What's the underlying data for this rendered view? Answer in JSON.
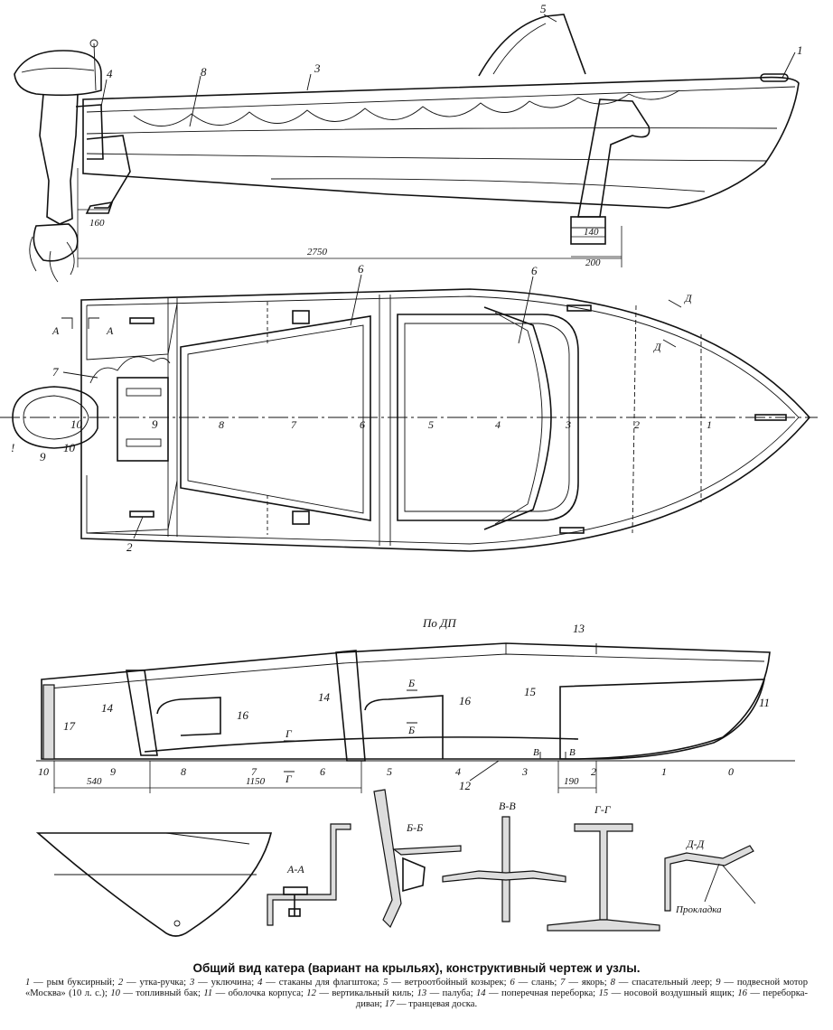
{
  "callouts": {
    "side_view": [
      "1",
      "4",
      "3",
      "5",
      "8"
    ],
    "plan_view": [
      "6",
      "6",
      "7",
      "10",
      "9",
      "2",
      "8",
      "7",
      "6",
      "5",
      "4",
      "3",
      "2",
      "1"
    ],
    "profile": [
      "13",
      "14",
      "16",
      "15",
      "11",
      "14",
      "16",
      "17",
      "12"
    ]
  },
  "section_marks": {
    "a": "А",
    "d": "Д",
    "b": "Б",
    "v": "В",
    "g": "Г"
  },
  "stations": [
    "10",
    "9",
    "8",
    "7",
    "6",
    "5",
    "4",
    "3",
    "2",
    "1",
    "0"
  ],
  "dimensions": {
    "d160": "160",
    "d140": "140",
    "d200": "200",
    "d2750": "2750",
    "d540": "540",
    "d1150": "1150",
    "d190": "190"
  },
  "labels": {
    "po_dp": "По ДП",
    "excl": "!",
    "sec_aa": "А-А",
    "sec_bb": "Б-Б",
    "sec_vv": "В-В",
    "sec_gg": "Г-Г",
    "sec_dd": "Д-Д",
    "prokladka": "Прокладка"
  },
  "caption": {
    "title": "Общий вид катера (вариант на крыльях), конструктивный чертеж и узлы.",
    "legend": [
      {
        "num": "1",
        "text": "рым буксирный;"
      },
      {
        "num": "2",
        "text": "утка-ручка;"
      },
      {
        "num": "3",
        "text": "уключина;"
      },
      {
        "num": "4",
        "text": "стаканы для флагштока;"
      },
      {
        "num": "5",
        "text": "ветроотбойный козырек;"
      },
      {
        "num": "6",
        "text": "слань;"
      },
      {
        "num": "7",
        "text": "якорь;"
      },
      {
        "num": "8",
        "text": "спасательный леер;"
      },
      {
        "num": "9",
        "text": "подвесной мотор «Москва» (10 л. с.);"
      },
      {
        "num": "10",
        "text": "топливный бак;"
      },
      {
        "num": "11",
        "text": "оболочка корпуса;"
      },
      {
        "num": "12",
        "text": "вертикальный киль;"
      },
      {
        "num": "13",
        "text": "палуба;"
      },
      {
        "num": "14",
        "text": "поперечная переборка;"
      },
      {
        "num": "15",
        "text": "носовой воздушный ящик;"
      },
      {
        "num": "16",
        "text": "переборка-диван;"
      },
      {
        "num": "17",
        "text": "транцевая доска."
      }
    ]
  }
}
